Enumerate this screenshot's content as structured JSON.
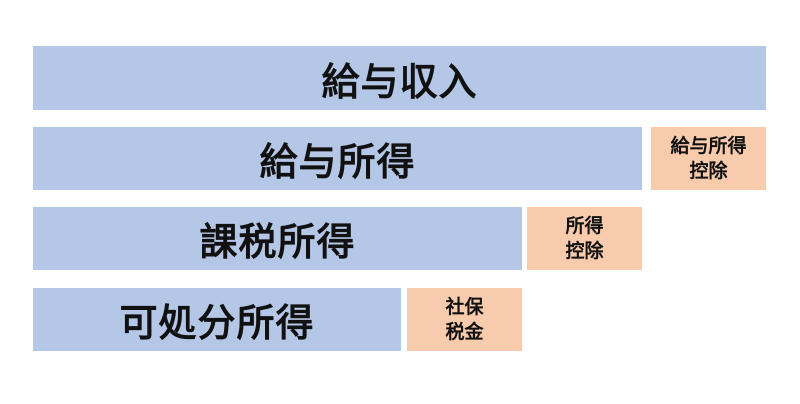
{
  "rows": {
    "kyuyo_shunyu": {
      "label": "給与収入"
    },
    "kyuyo_shotoku": {
      "label": "給与所得",
      "deduction": {
        "line1": "給与所得",
        "line2": "控除"
      }
    },
    "kazei_shotoku": {
      "label": "課税所得",
      "deduction": {
        "line1": "所得",
        "line2": "控除"
      }
    },
    "kashobun_shotoku": {
      "label": "可処分所得",
      "deduction": {
        "line1": "社保",
        "line2": "税金"
      }
    }
  },
  "colors": {
    "income_block": "#b4c7e7",
    "deduction_block": "#f8cbad",
    "text": "#111111"
  }
}
